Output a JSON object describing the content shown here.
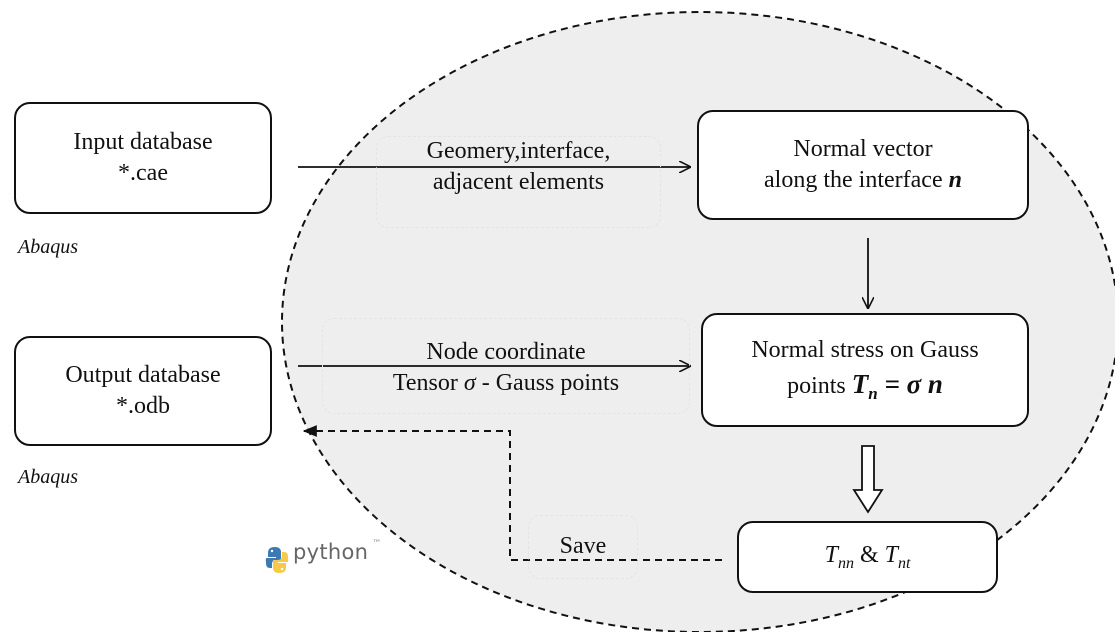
{
  "boxes": {
    "input_db": {
      "line1": "Input database",
      "line2": "*.cae"
    },
    "output_db": {
      "line1": "Output database",
      "line2": "*.odb"
    },
    "normal_vector": {
      "line1": "Normal vector",
      "line2_prefix": "along the interface ",
      "line2_symbol": "n"
    },
    "normal_stress": {
      "line1": "Normal stress on Gauss",
      "line2_prefix": "points ",
      "line2_formula_T": "T",
      "line2_formula_sub": "n",
      "line2_formula_rest": " = σ n"
    },
    "result": {
      "T1": "T",
      "T1_sub": "nn",
      "amp": " & ",
      "T2": "T",
      "T2_sub": "nt"
    }
  },
  "labels": {
    "geometry": {
      "line1": "Geomery,interface,",
      "line2": "adjacent elements"
    },
    "node": {
      "line1": "Node coordinate",
      "line2_prefix": "Tensor ",
      "line2_sigma": "σ",
      "line2_suffix": " - Gauss points"
    },
    "save": "Save"
  },
  "captions": {
    "abaqus_top": "Abaqus",
    "abaqus_bottom": "Abaqus"
  },
  "logo": {
    "text": "python",
    "tm": "™"
  },
  "colors": {
    "ellipse_fill": "#eeeeee",
    "line": "#111111",
    "python_blue": "#3d7ab5",
    "python_yellow": "#f7c948"
  }
}
